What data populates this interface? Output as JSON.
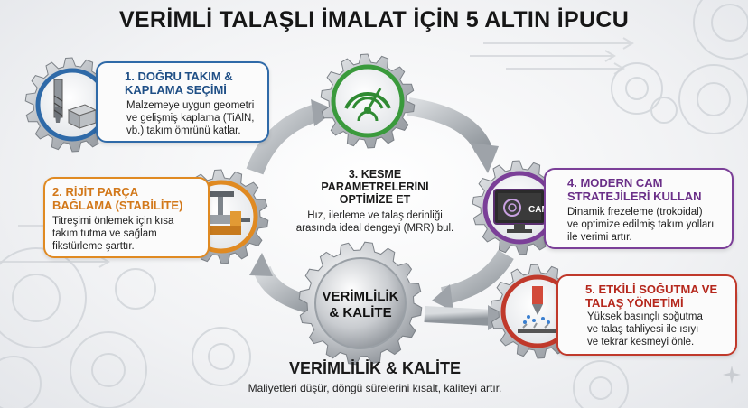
{
  "title": "VERİMLİ TALAŞLI İMALAT İÇİN 5 ALTIN İPUCU",
  "colors": {
    "blue": "#2f6aa8",
    "orange": "#e08a22",
    "green": "#3a9a3c",
    "purple": "#7b3f98",
    "red": "#c0392b"
  },
  "tips": [
    {
      "title_lines": [
        "1. DOĞRU TAKIM &",
        "KAPLAMA SEÇİMİ"
      ],
      "body_lines": [
        "Malzemeye uygun geometri",
        "ve gelişmiş kaplama (TiAlN,",
        "vb.) takım ömrünü katlar."
      ],
      "icon": "end-mill-and-block-icon"
    },
    {
      "title_lines": [
        "2. RİJİT PARÇA",
        "BAĞLAMA (STABİLİTE)"
      ],
      "body_lines": [
        "Titreşimi önlemek için kısa",
        "takım tutma ve sağlam",
        "fikstürleme şarttır."
      ],
      "icon": "vise-fixture-icon"
    },
    {
      "title_lines": [
        "3. KESME",
        "PARAMETRELERİNİ",
        "OPTİMİZE ET"
      ],
      "body_lines": [
        "Hız, ilerleme ve talaş derinliği",
        "arasında ideal dengeyi (MRR) bul."
      ],
      "icon": "gauge-dial-icon"
    },
    {
      "title_lines": [
        "4. MODERN CAM",
        "STRATEJİLERİ KULLAN"
      ],
      "body_lines": [
        "Dinamik frezeleme (trokoidal)",
        "ve optimize edilmiş takım yolları",
        "ile verimi artır."
      ],
      "icon": "cam-monitor-icon",
      "icon_text": "CAM"
    },
    {
      "title_lines": [
        "5. ETKİLİ SOĞUTMA VE",
        "TALAŞ YÖNETİMİ"
      ],
      "body_lines": [
        "Yüksek basınçlı soğutma",
        "ve talaş tahliyesi ile ısıyı",
        "ve tekrar kesmeyi önle."
      ],
      "icon": "coolant-spray-icon"
    }
  ],
  "hub": {
    "lines": [
      "VERİMLİLİK",
      "& KALİTE"
    ]
  },
  "footer": {
    "title": "VERİMLİLİK & KALİTE",
    "body": "Maliyetleri düşür, döngü sürelerini kısalt, kaliteyi artır."
  }
}
